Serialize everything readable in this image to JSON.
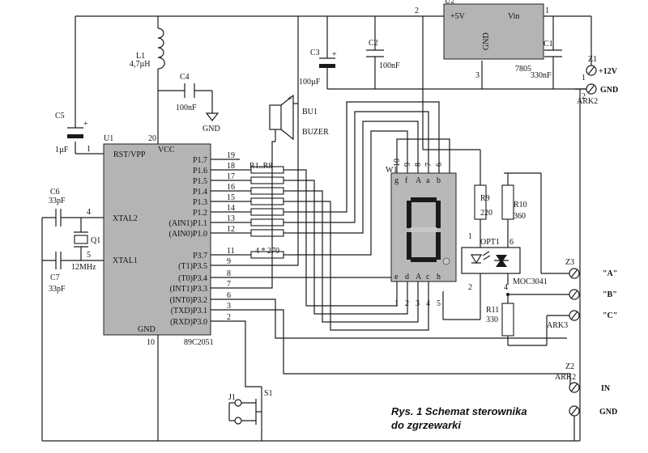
{
  "mcu": {
    "ref": "U1",
    "part": "89C2051",
    "pins_left": [
      "RST/VPP",
      "XTAL2",
      "XTAL1"
    ],
    "pin_left_numbers": [
      "1",
      "4",
      "5"
    ],
    "vcc": "VCC",
    "vcc_pin": "20",
    "gnd": "GND",
    "gnd_pin": "10",
    "port_pins": [
      {
        "label": "P1.7",
        "num": "19"
      },
      {
        "label": "P1.6",
        "num": "18"
      },
      {
        "label": "P1.5",
        "num": "17"
      },
      {
        "label": "P1.4",
        "num": "16"
      },
      {
        "label": "P1.3",
        "num": "15"
      },
      {
        "label": "P1.2",
        "num": "14"
      },
      {
        "label": "(AIN1)P1.1",
        "num": "13"
      },
      {
        "label": "(AIN0)P1.0",
        "num": "12"
      },
      {
        "label": "P3.7",
        "num": "11"
      },
      {
        "label": "(T1)P3.5",
        "num": "9"
      },
      {
        "label": "(T0)P3.4",
        "num": "8"
      },
      {
        "label": "(INT1)P3.3",
        "num": "7"
      },
      {
        "label": "(INT0)P3.2",
        "num": "6"
      },
      {
        "label": "(TXD)P3.1",
        "num": "3"
      },
      {
        "label": "(RXD)P3.0",
        "num": "2"
      }
    ]
  },
  "regulator": {
    "ref": "U2",
    "part": "7805",
    "out": "+5V",
    "in": "Vin",
    "gnd": "GND",
    "pin_out": "2",
    "pin_in": "1",
    "pin_gnd": "3"
  },
  "display": {
    "ref": "W1",
    "top_pins": [
      "10",
      "9",
      "8",
      "7",
      "6"
    ],
    "bottom_pins": [
      "1",
      "2",
      "3",
      "4",
      "5"
    ],
    "top_letters": [
      "g",
      "f",
      "A",
      "a",
      "b"
    ],
    "bottom_letters": [
      "e",
      "d",
      "A",
      "c",
      "h"
    ],
    "segments_lit": 6
  },
  "components": {
    "l1": {
      "ref": "L1",
      "value": "4,7µH"
    },
    "c4": {
      "ref": "C4",
      "value": "100nF"
    },
    "c5": {
      "ref": "C5",
      "value": "1µF"
    },
    "c3": {
      "ref": "C3",
      "value": "100µF"
    },
    "c2": {
      "ref": "C2",
      "value": "100nF"
    },
    "c1": {
      "ref": "C1",
      "value": "330nF"
    },
    "c6": {
      "ref": "C6",
      "value": "33pF"
    },
    "c7": {
      "ref": "C7",
      "value": "33pF"
    },
    "q1": {
      "ref": "Q1",
      "value": "12MHz"
    },
    "rpack": {
      "ref": "R1..R8",
      "value": "4 * 270"
    },
    "r9": {
      "ref": "R9",
      "value": "220"
    },
    "r10": {
      "ref": "R10",
      "value": "360"
    },
    "r11": {
      "ref": "R11",
      "value": "330"
    },
    "bu1": {
      "ref": "BU1",
      "value": "BUZER"
    },
    "opt1": {
      "ref": "OPT1",
      "value": "MOC3041",
      "pins": [
        "1",
        "2",
        "6",
        "4"
      ]
    },
    "j1": {
      "ref": "J1"
    },
    "s1": {
      "ref": "S1"
    }
  },
  "gnd_symbol": "GND",
  "connectors": {
    "z1": {
      "ref": "Z1",
      "part": "ARK2",
      "labels": [
        "+12V",
        "GND"
      ],
      "pins": [
        "1",
        "2"
      ]
    },
    "z3": {
      "ref": "Z3",
      "part": "ARK3",
      "labels": [
        "\"A\"",
        "\"B\"",
        "\"C\""
      ]
    },
    "z2": {
      "ref": "Z2",
      "part": "ARK2",
      "labels": [
        "IN",
        "GND"
      ]
    }
  },
  "caption": [
    "Rys. 1 Schemat sterownika",
    "do zgrzewarki"
  ],
  "colors": {
    "ink": "#1a1a1a",
    "chip_fill": "#b4b4b4",
    "paper": "#ffffff"
  }
}
